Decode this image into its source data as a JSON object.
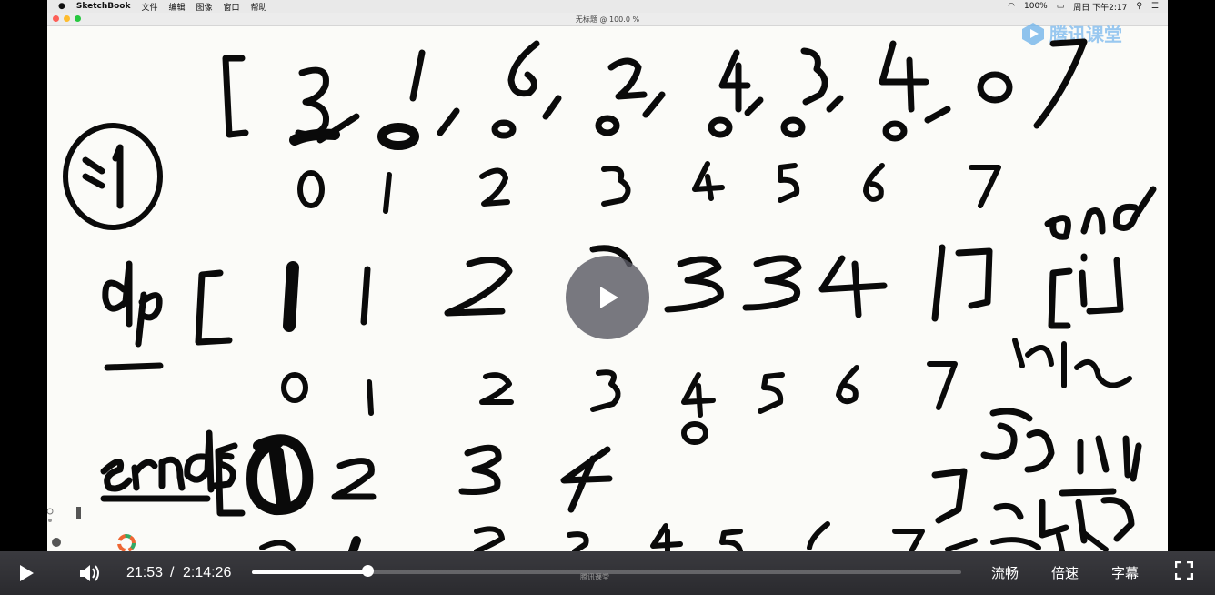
{
  "menubar": {
    "app_name": "SketchBook",
    "items": [
      "文件",
      "编辑",
      "图像",
      "窗口",
      "帮助"
    ],
    "battery": "100%",
    "clock": "周日 下午2:17"
  },
  "window": {
    "title": "无标题 @ 100.0 %"
  },
  "logo": {
    "text": "腾讯课堂"
  },
  "player": {
    "current_time": "21:53",
    "separator": "/",
    "duration": "2:14:26",
    "progress": 0.163,
    "quality_label": "流畅",
    "speed_label": "倍速",
    "subtitle_label": "字幕",
    "watermark": "腾讯课堂"
  },
  "colors": {
    "ink": "#0a0a0a",
    "stage_bg": "#fbfbf8",
    "control_bg": "#333338",
    "logo": "#8fc3f0"
  },
  "icons": {
    "play": "play-icon",
    "volume": "volume-icon",
    "fullscreen": "fullscreen-icon",
    "big_play": "play-overlay-icon"
  }
}
